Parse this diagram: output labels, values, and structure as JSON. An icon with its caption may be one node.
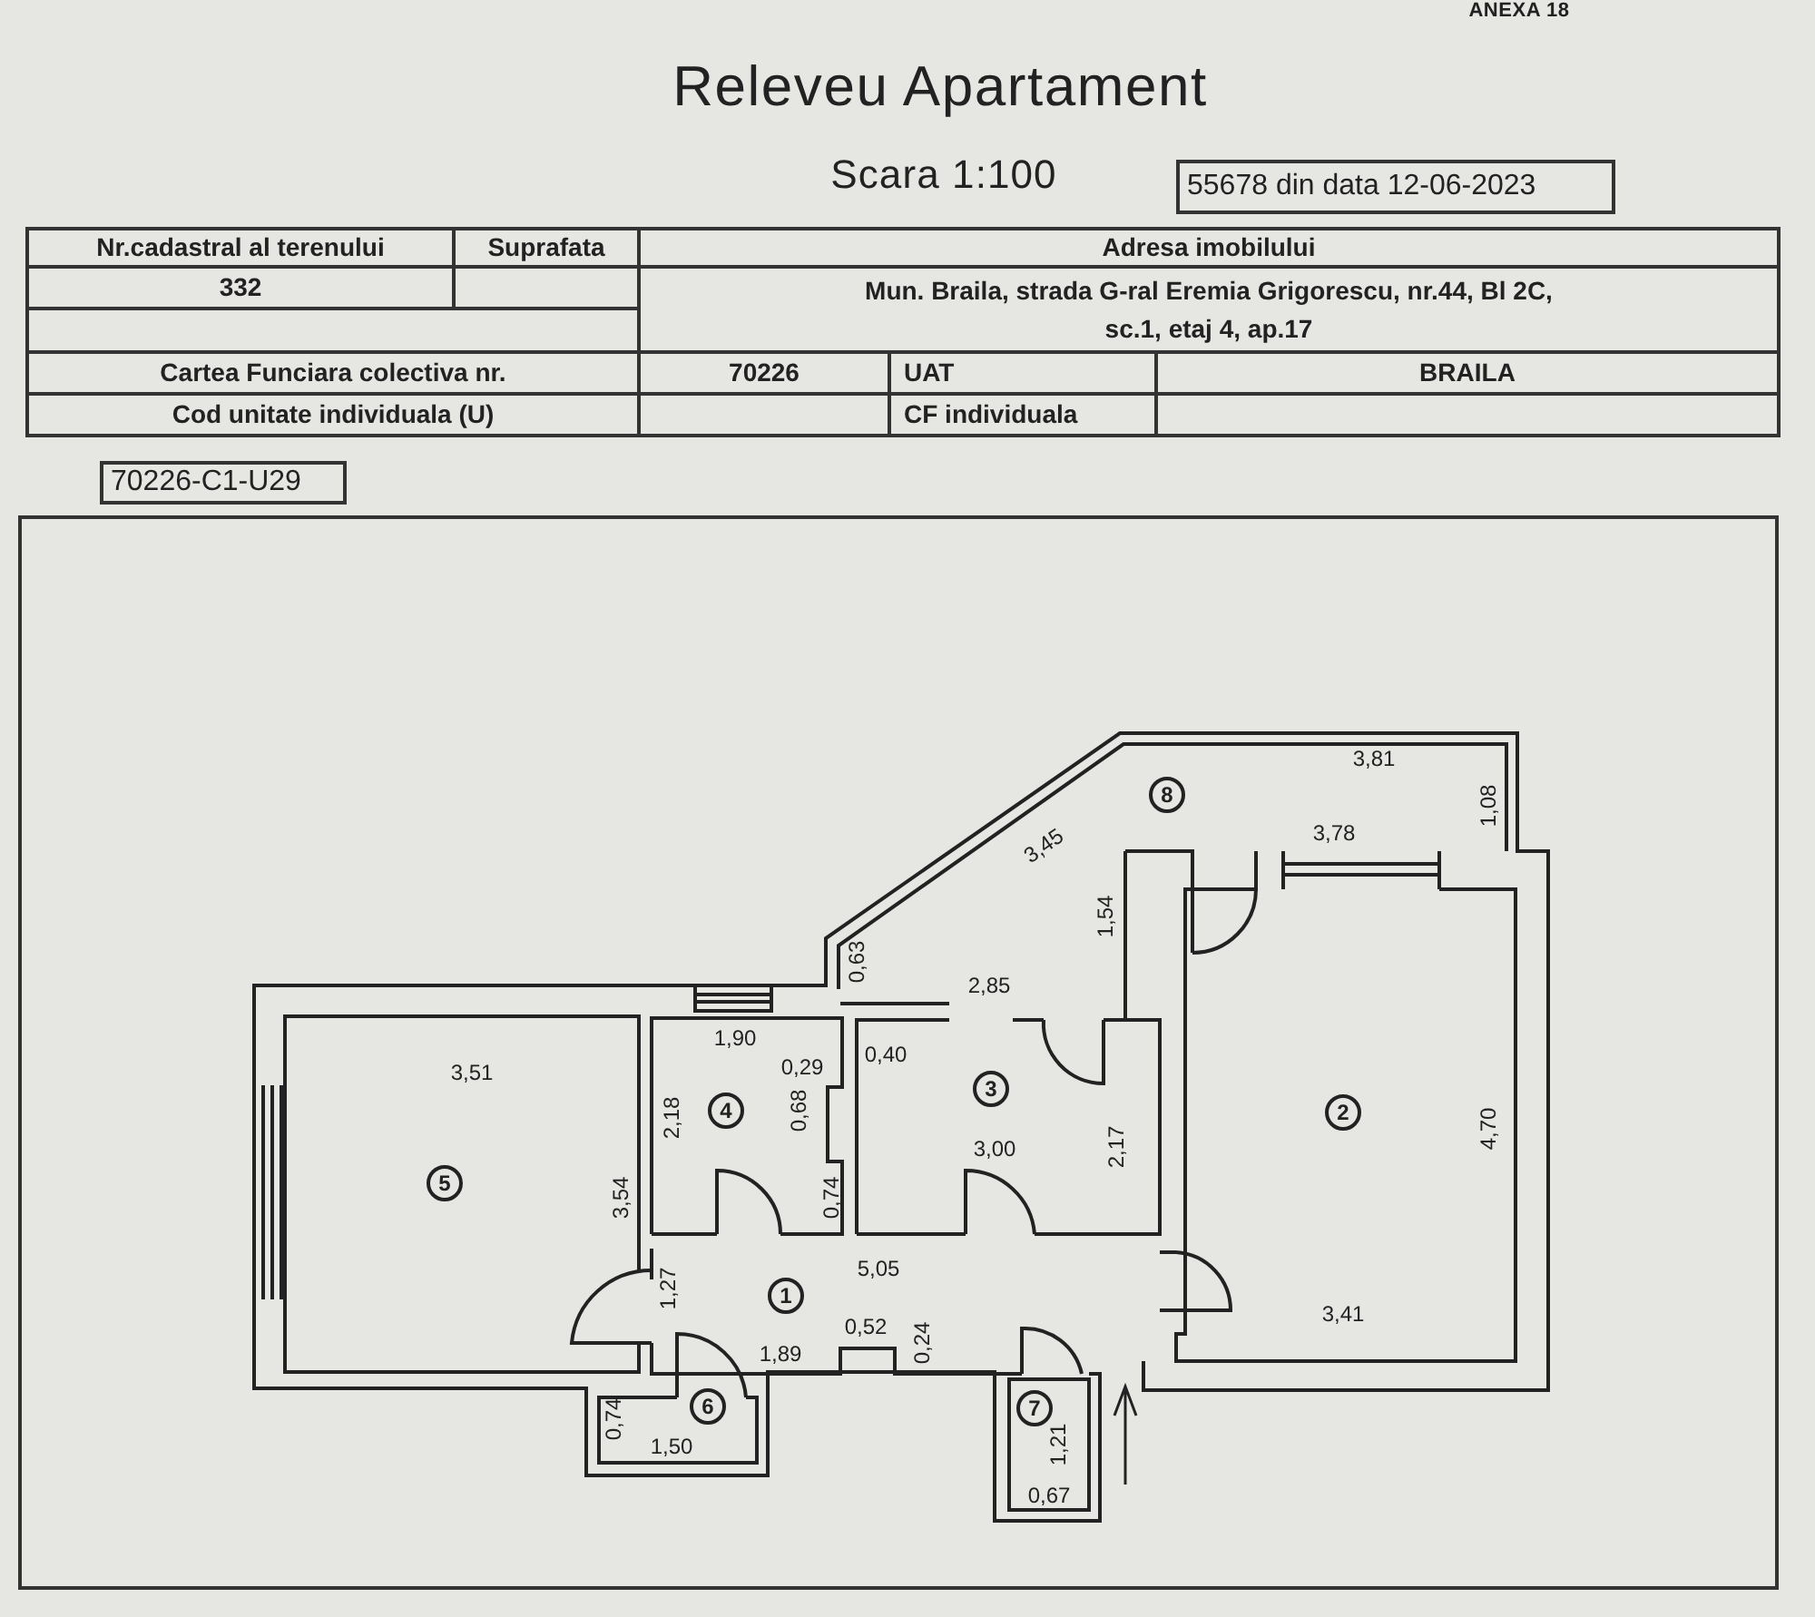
{
  "diagram": {
    "title": "Releveu Apartament",
    "nodes": [
      {
        "text": [
          "55678 din data 12-06-2023"
        ]
      },
      {
        "text": [
          "70226-C1-U29"
        ]
      },
      {
        "text": [
          "8"
        ]
      },
      {
        "text": [
          "4"
        ]
      },
      {
        "text": [
          "3"
        ]
      },
      {
        "text": [
          "2"
        ]
      },
      {
        "text": [
          "5"
        ]
      },
      {
        "text": [
          "1"
        ]
      },
      {
        "text": [
          "6"
        ]
      },
      {
        "text": [
          "7"
        ]
      }
    ],
    "labels": [
      "ANEXA 18",
      "Scara 1:100",
      "Nr.cadastral al terenului",
      "Suprafata",
      "Adresa imobilului",
      "332",
      "Mun. Braila, strada G-ral Eremia Grigorescu, nr.44, Bl 2C, sc.1, etaj 4, ap.17",
      "Cartea Funciara colectiva nr.",
      "70226",
      "UAT",
      "BRAILA",
      "Cod unitate individuala (U)",
      "CF individuala",
      "3,81",
      "1,08",
      "3,78",
      "3,45",
      "1,54",
      "0,63",
      "2,85",
      "1,90",
      "0,40",
      "3,51",
      "0,29",
      "2,18",
      "0,68",
      "4,70",
      "2,17",
      "3,00",
      "3,54",
      "0,74",
      "5,05",
      "1,27",
      "3,41",
      "0,52",
      "0,24",
      "1,89",
      "0,74",
      "1,50",
      "1,21",
      "0,67"
    ]
  }
}
